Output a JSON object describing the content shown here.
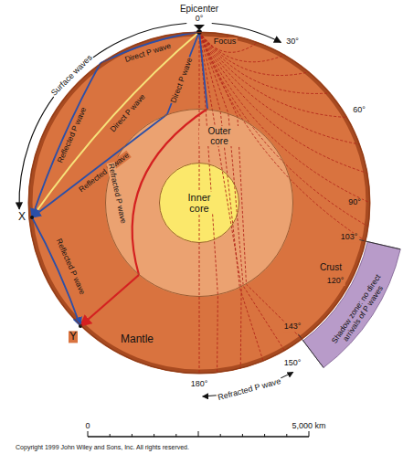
{
  "diagram": {
    "nodes": [
      {
        "text": [
          "Mantle"
        ]
      },
      {
        "text": [
          "Outer core"
        ],
        "in": 0
      },
      {
        "text": [
          "Inner core"
        ],
        "in": 1
      }
    ],
    "labels": [
      "Epicenter",
      "0°",
      "Focus",
      "Surface waves",
      "Direct P wave",
      "Reflected P wave",
      "Direct P wave",
      "Direct P wave",
      "Reflected P wave",
      "X",
      "Reflected P wave",
      "Y",
      "Refracted P wave",
      "Crust",
      "30°",
      "60°",
      "90°",
      "103°",
      "120°",
      "143°",
      "150°",
      "180°",
      "Shadow zone: no direct arrivals of P waves",
      "Refracted P wave",
      "0",
      "5,000 km",
      "Copyright 1999 John Wiley and Sons, Inc. All rights reserved."
    ]
  }
}
